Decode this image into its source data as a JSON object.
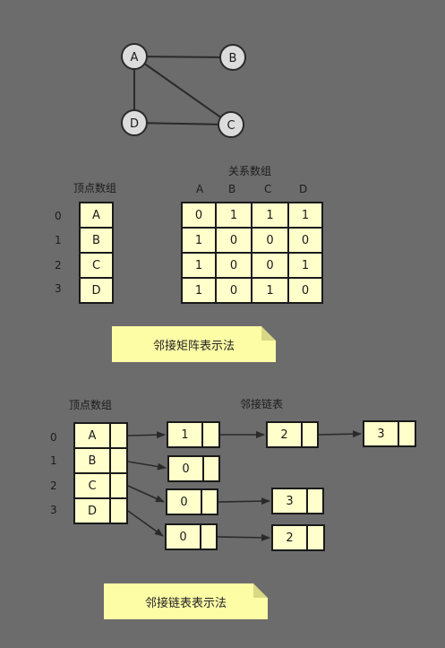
{
  "graph": {
    "nodes": [
      "A",
      "B",
      "C",
      "D"
    ],
    "edges": [
      [
        "A",
        "B"
      ],
      [
        "A",
        "C"
      ],
      [
        "A",
        "D"
      ],
      [
        "D",
        "C"
      ]
    ]
  },
  "matrix_section": {
    "vertex_array_title": "顶点数组",
    "relation_array_title": "关系数组",
    "indices": [
      "0",
      "1",
      "2",
      "3"
    ],
    "vertices": [
      "A",
      "B",
      "C",
      "D"
    ],
    "column_headers": [
      "A",
      "B",
      "C",
      "D"
    ],
    "rows": [
      [
        "0",
        "1",
        "1",
        "1"
      ],
      [
        "1",
        "0",
        "0",
        "0"
      ],
      [
        "1",
        "0",
        "0",
        "1"
      ],
      [
        "1",
        "0",
        "1",
        "0"
      ]
    ],
    "note": "邻接矩阵表示法"
  },
  "list_section": {
    "vertex_array_title": "顶点数组",
    "list_title": "邻接链表",
    "indices": [
      "0",
      "1",
      "2",
      "3"
    ],
    "vertices": [
      "A",
      "B",
      "C",
      "D"
    ],
    "nodes": [
      "1",
      "2",
      "3",
      "0",
      "0",
      "3",
      "0",
      "2"
    ],
    "note": "邻接链表表示法"
  },
  "colors": {
    "background": "#6c6c6c",
    "cell_fill": "#ffffcc",
    "node_fill": "#dcdcdc",
    "note_fill": "#fdfda6",
    "stroke": "#1a1a1a"
  }
}
